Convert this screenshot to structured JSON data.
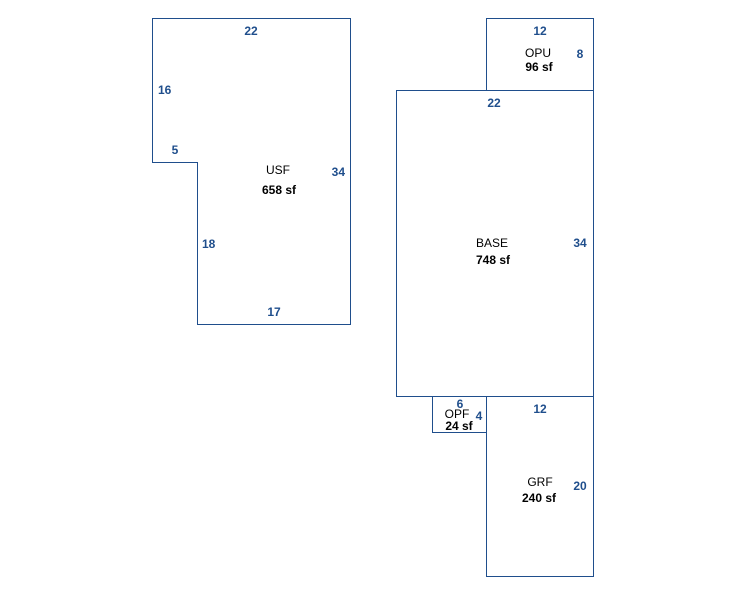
{
  "colors": {
    "outline": "#1f4e8c",
    "dimension_text": "#1f4e8c",
    "label_text": "#000000"
  },
  "areas": {
    "usf": {
      "name": "USF",
      "area": "658 sf",
      "dims": {
        "top": "22",
        "left_upper": "16",
        "step": "5",
        "right": "34",
        "left_lower": "18",
        "bottom": "17"
      }
    },
    "opu": {
      "name": "OPU",
      "area": "96 sf",
      "dims": {
        "top": "12",
        "right": "8"
      }
    },
    "base": {
      "name": "BASE",
      "area": "748 sf",
      "dims": {
        "top": "22",
        "right": "34"
      }
    },
    "opf": {
      "name": "OPF",
      "area": "24 sf",
      "dims": {
        "top": "6",
        "right": "4"
      }
    },
    "grf": {
      "name": "GRF",
      "area": "240 sf",
      "dims": {
        "top": "12",
        "right": "20"
      }
    }
  }
}
